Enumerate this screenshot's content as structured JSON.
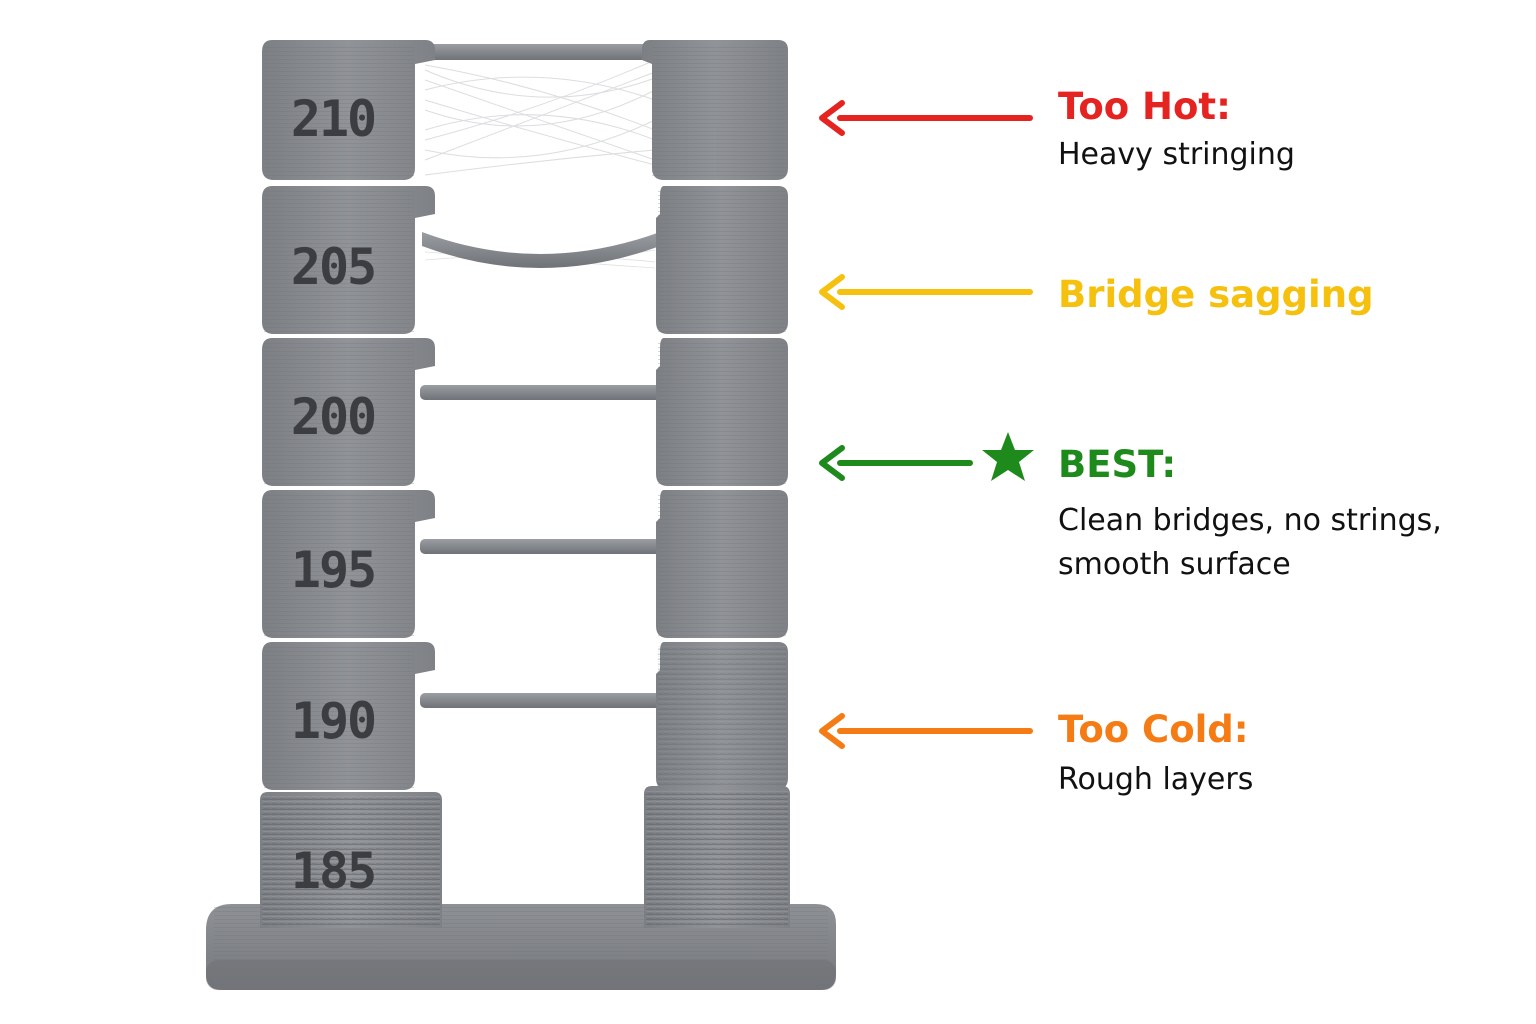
{
  "tower": {
    "tiers": [
      {
        "label": "210"
      },
      {
        "label": "205"
      },
      {
        "label": "200"
      },
      {
        "label": "195"
      },
      {
        "label": "190"
      },
      {
        "label": "185"
      }
    ]
  },
  "annotations": [
    {
      "title": "Too Hot:",
      "description": "Heavy stringing",
      "color": "#e52421"
    },
    {
      "title": "Bridge sagging",
      "description": "",
      "color": "#f5c10e"
    },
    {
      "title": "BEST:",
      "description_line1": "Clean bridges, no strings,",
      "description_line2": "smooth surface",
      "color": "#1f8a1c",
      "icon": "star-icon"
    },
    {
      "title": "Too Cold:",
      "description": "Rough layers",
      "color": "#f57c14"
    }
  ]
}
